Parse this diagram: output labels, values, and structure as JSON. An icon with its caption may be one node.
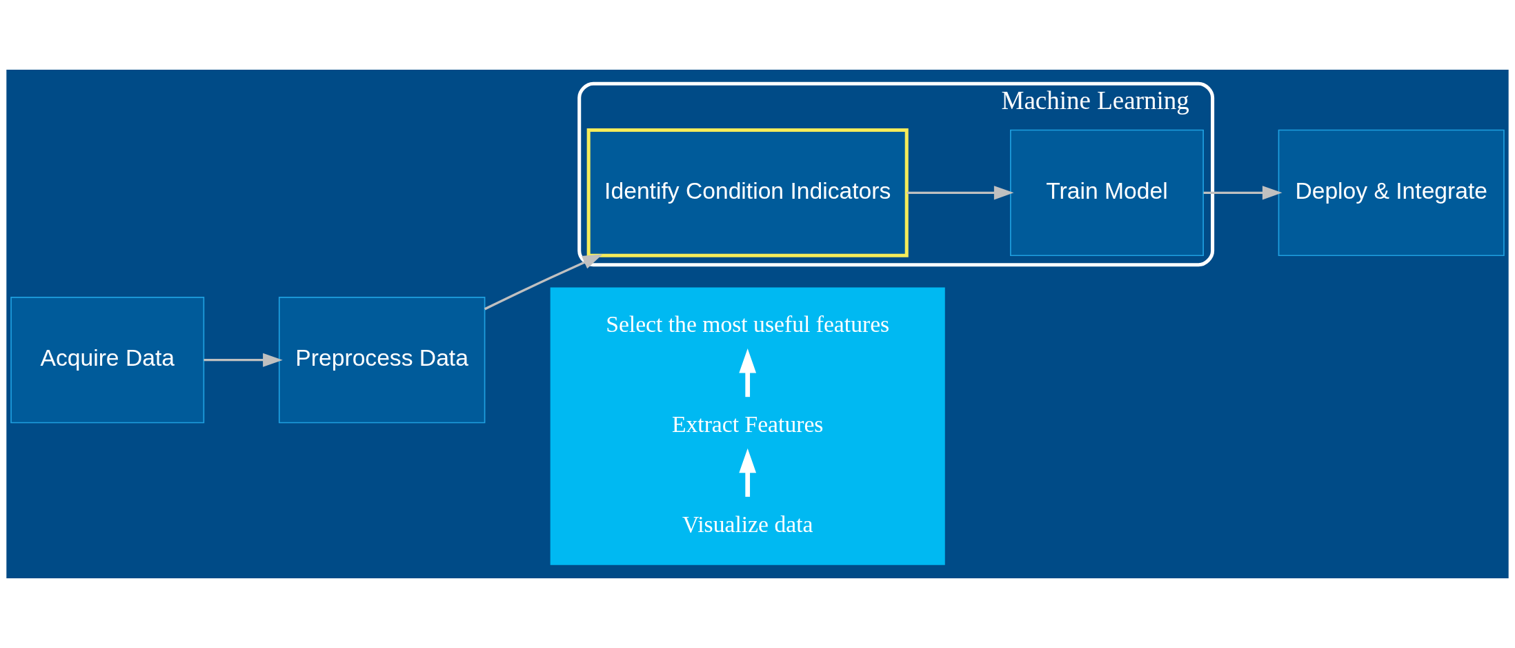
{
  "diagram": {
    "nodes": [
      {
        "text": [
          "Acquire Data"
        ]
      },
      {
        "text": [
          "Preprocess Data"
        ]
      },
      {
        "text": [
          "Machine Learning"
        ]
      },
      {
        "text": [
          "Identify Condition Indicators"
        ],
        "in": 2
      },
      {
        "text": [
          "Train Model"
        ],
        "in": 2
      },
      {
        "text": [
          "Deploy & Integrate"
        ]
      },
      {
        "text": [],
        "shape": "trapezoid"
      },
      {
        "text": [
          "Visualize data"
        ],
        "in": 6
      },
      {
        "text": [
          "Extract Features"
        ],
        "in": 6
      },
      {
        "text": [
          "Select the most useful features"
        ],
        "in": 6
      }
    ],
    "edges": [
      {
        "from": 0,
        "to": 1,
        "arrow": "to"
      },
      {
        "from": 1,
        "to": 3,
        "arrow": "to"
      },
      {
        "from": 3,
        "to": 4,
        "arrow": "to"
      },
      {
        "from": 4,
        "to": 5,
        "arrow": "to"
      },
      {
        "from": 7,
        "to": 8,
        "arrow": "to",
        "style": "thick",
        "color": "#ffffff"
      },
      {
        "from": 8,
        "to": 9,
        "arrow": "to",
        "style": "thick",
        "color": "#ffffff"
      }
    ]
  }
}
